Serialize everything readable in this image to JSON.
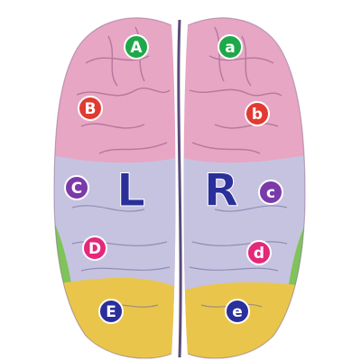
{
  "hemispheres": {
    "left_label": "L",
    "right_label": "R"
  },
  "region_colors": {
    "frontal": "#e7a6c4",
    "parietal": "#c6c3e0",
    "occipital": "#e9c64b",
    "temporal_edge": "#7ec45a",
    "fissure": "#5b4a78"
  },
  "markers": [
    {
      "label": "A",
      "color": "#1fa84a"
    },
    {
      "label": "a",
      "color": "#1fa84a"
    },
    {
      "label": "B",
      "color": "#e23a32"
    },
    {
      "label": "b",
      "color": "#e23a32"
    },
    {
      "label": "C",
      "color": "#7a3aa8"
    },
    {
      "label": "c",
      "color": "#7a3aa8"
    },
    {
      "label": "D",
      "color": "#e4287a"
    },
    {
      "label": "d",
      "color": "#e4287a"
    },
    {
      "label": "E",
      "color": "#2a2f9a"
    },
    {
      "label": "e",
      "color": "#2a2f9a"
    }
  ]
}
